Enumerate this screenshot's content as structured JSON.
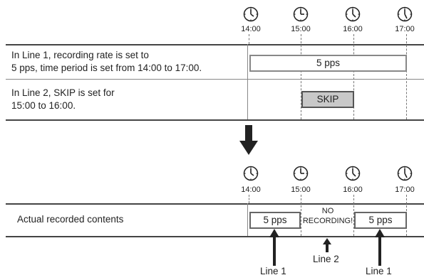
{
  "times": [
    "14:00",
    "15:00",
    "16:00",
    "17:00"
  ],
  "icons": [
    "clock-icon",
    "down-arrow-icon",
    "up-arrow-icon"
  ],
  "top_table": {
    "row1_text": [
      "In Line 1, recording rate is set to",
      "5 pps, time period is set from 14:00 to 17:00."
    ],
    "row1_bar": "5 pps",
    "row2_text": [
      "In Line 2, SKIP is set for",
      "15:00 to 16:00."
    ],
    "row2_bar": "SKIP"
  },
  "bottom_table": {
    "row_text": "Actual recorded contents",
    "seg1": "5 pps",
    "no_recording": [
      "NO",
      "RECORDING!"
    ],
    "seg2": "5 pps"
  },
  "arrow_labels": {
    "left": "Line 1",
    "middle": "Line 2",
    "right": "Line 1"
  },
  "colors": {
    "line": "#444444",
    "skip_fill": "#c8c8c8",
    "bar_border": "#888888"
  }
}
